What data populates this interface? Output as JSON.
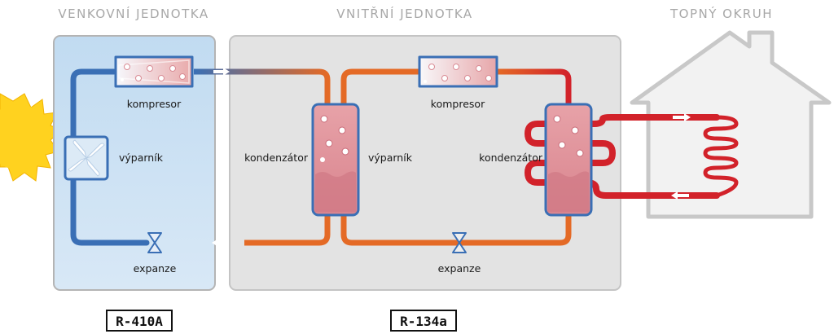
{
  "sections": {
    "outdoor": "VENKOVNÍ JEDNOTKA",
    "indoor": "VNITŘNÍ JEDNOTKA",
    "heating": "TOPNÝ OKRUH"
  },
  "labels": {
    "compressor_1": "kompresor",
    "evaporator_1": "výparník",
    "expansion_1": "expanze",
    "condenser_1": "kondenzátor",
    "evaporator_2": "výparník",
    "compressor_2": "kompresor",
    "condenser_2": "kondenzátor",
    "expansion_2": "expanze"
  },
  "refrigerants": {
    "outdoor": "R-410A",
    "indoor": "R-134a"
  },
  "colors": {
    "cold": "#3a6fb5",
    "warm": "#e46a26",
    "hot": "#d2222a",
    "outdoor_panel": "#c7def2",
    "indoor_panel": "#e3e3e3",
    "house": "#cfcfcf",
    "sun": "#ffd21f"
  }
}
